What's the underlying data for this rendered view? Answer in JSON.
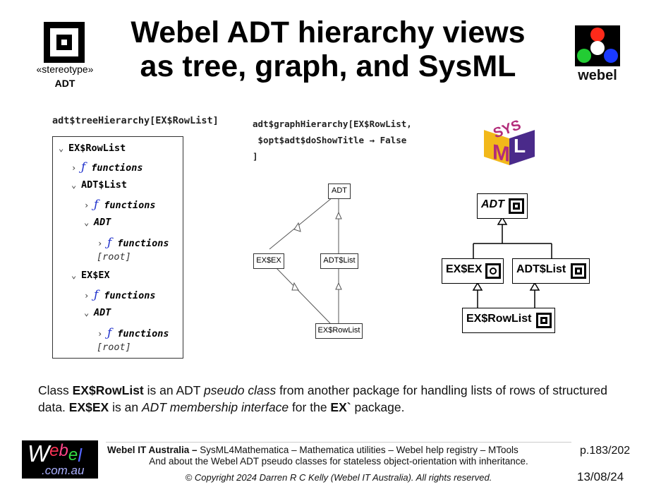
{
  "header": {
    "title_line1": "Webel ADT hierarchy views",
    "title_line2": "as tree, graph, and SysML",
    "stereotype_label": "«stereotype»",
    "stereotype_name": "ADT",
    "logo_word": "webel",
    "logo_colors": {
      "top": "#ff2a1a",
      "left": "#22cc33",
      "right": "#1a3aff",
      "center": "#ffffff"
    }
  },
  "tree_view": {
    "code": "adt$treeHierarchy[EX$RowList]",
    "rows": [
      {
        "chevron": "⌄",
        "label": "EX$RowList",
        "style": "bold"
      },
      {
        "chevron": "›",
        "icon": "ƒ",
        "label": "functions",
        "style": "bold-italic"
      },
      {
        "chevron": "⌄",
        "label": "ADT$List",
        "style": "bold"
      },
      {
        "chevron": "›",
        "icon": "ƒ",
        "label": "functions",
        "style": "bold-italic"
      },
      {
        "chevron": "⌄",
        "label": "ADT",
        "style": "bold-italic"
      },
      {
        "chevron": "›",
        "icon": "ƒ",
        "label": "functions",
        "style": "bold-italic"
      },
      {
        "label": "[root]",
        "style": "root"
      },
      {
        "chevron": "⌄",
        "label": "EX$EX",
        "style": "bold"
      },
      {
        "chevron": "›",
        "icon": "ƒ",
        "label": "functions",
        "style": "bold-italic"
      },
      {
        "chevron": "⌄",
        "label": "ADT",
        "style": "bold-italic"
      },
      {
        "chevron": "›",
        "icon": "ƒ",
        "label": "functions",
        "style": "bold-italic"
      },
      {
        "label": "[root]",
        "style": "root"
      }
    ]
  },
  "graph_view": {
    "code": "adt$graphHierarchy[EX$RowList,\n $opt$adt$doShowTitle → False\n]",
    "nodes": {
      "adt": "ADT",
      "exex": "EX$EX",
      "adtlist": "ADT$List",
      "rowlist": "EX$RowList"
    }
  },
  "sysml_view": {
    "logo": "SysML",
    "nodes": {
      "adt": "ADT",
      "exex": "EX$EX",
      "adtlist": "ADT$List",
      "rowlist": "EX$RowList"
    }
  },
  "description": {
    "p1": "Class ",
    "b1": "EX$RowList",
    "p2": " is an ADT ",
    "i1": "pseudo class",
    "p3": " from another package for handling lists of rows of structured data. ",
    "b2": "EX$EX",
    "p4": " is an ",
    "i2": "ADT membership interface",
    "p5": " for the ",
    "b3": "EX`",
    "p6": " package."
  },
  "footer": {
    "logo_word": "Webel",
    "logo_domain": ".com.au",
    "company": "Webel IT Australia",
    "dash": " – ",
    "links": "SysML4Mathematica – Mathematica utilities – Webel help registry – MTools",
    "line2": "And about the Webel ADT pseudo classes for stateless object-orientation with inheritance.",
    "copyright": "© Copyright 2024 Darren R C Kelly (Webel IT Australia). All rights reserved.",
    "page": "p.183/202",
    "date": "13/08/24"
  }
}
